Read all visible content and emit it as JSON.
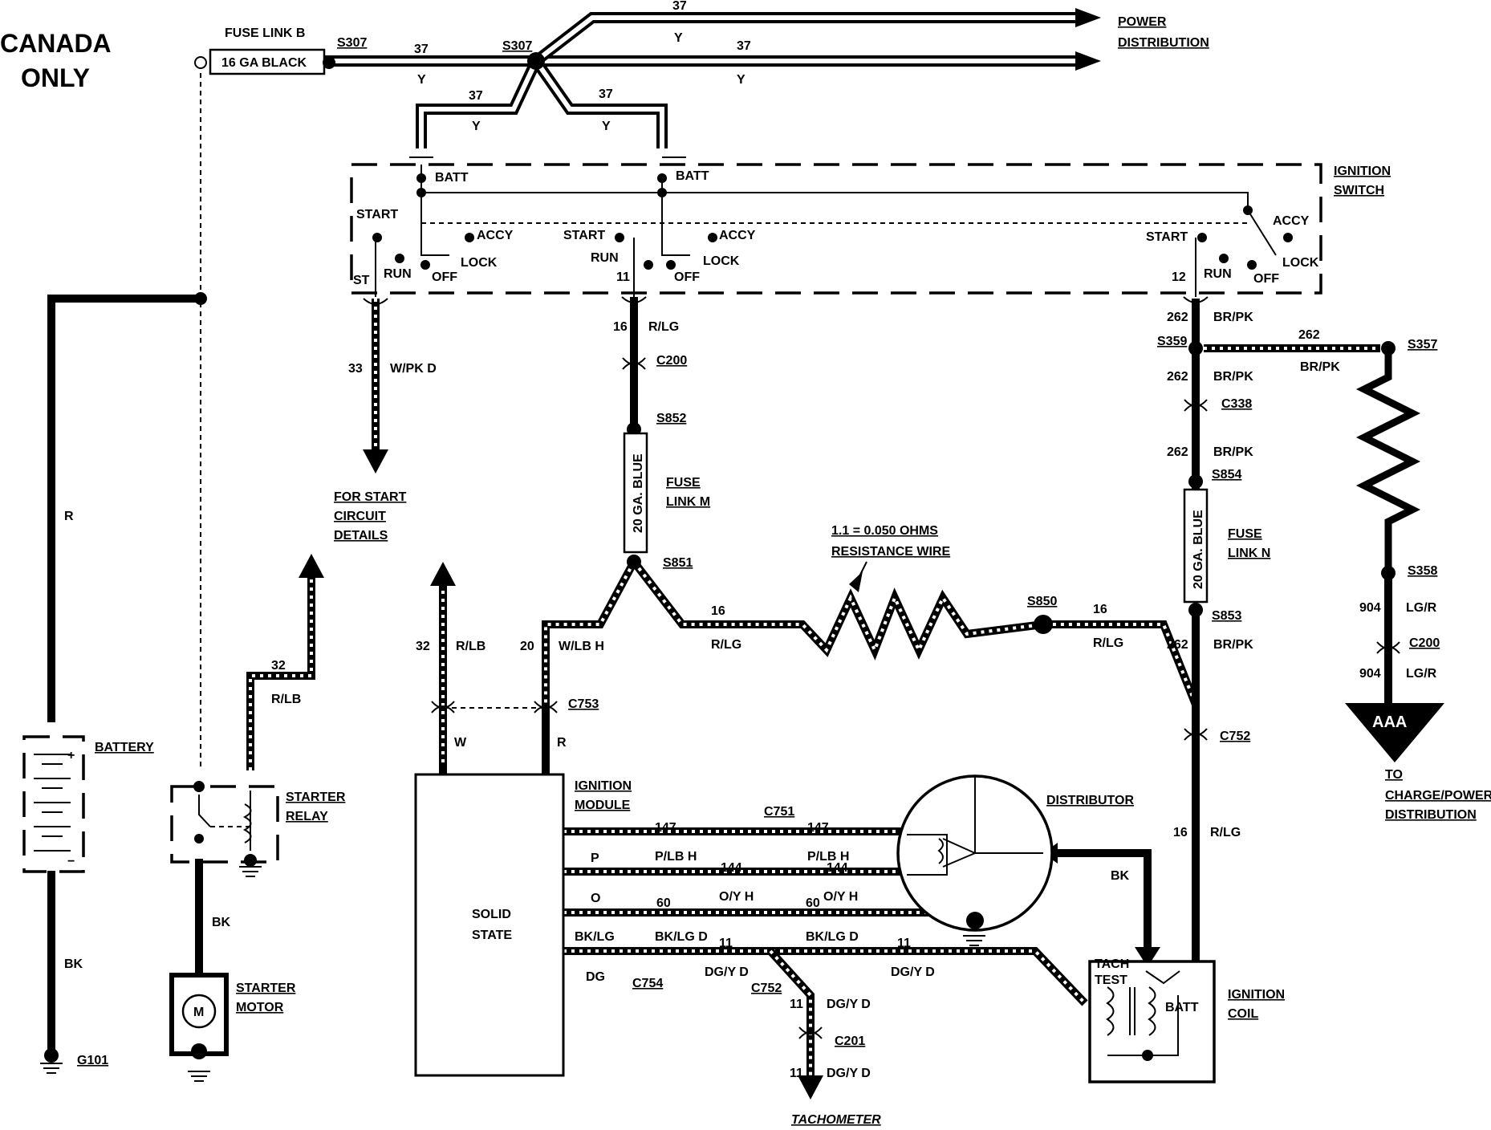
{
  "header": {
    "canada_line1": "CANADA",
    "canada_line2": "ONLY"
  },
  "fuse_link_b": {
    "title": "FUSE LINK B",
    "rating": "16 GA BLACK"
  },
  "splices": {
    "s307a": "S307",
    "s307b": "S307",
    "s359": "S359",
    "s357": "S357",
    "s358": "S358",
    "s852": "S852",
    "s851": "S851",
    "s850": "S850",
    "s854": "S854",
    "s853": "S853"
  },
  "power_distribution": {
    "line1": "POWER",
    "line2": "DISTRIBUTION"
  },
  "wire_codes": {
    "n37": "37",
    "y": "Y",
    "n33": "33",
    "wpkd": "W/PK D",
    "n16": "16",
    "rlg": "R/LG",
    "n262": "262",
    "brpk": "BR/PK",
    "n904": "904",
    "lgr": "LG/R",
    "n32": "32",
    "rlb": "R/LB",
    "n20": "20",
    "wlbh": "W/LB H",
    "w": "W",
    "r": "R",
    "bk": "BK",
    "n147": "147",
    "plbh": "P/LB H",
    "n144": "144",
    "oyh": "O/Y H",
    "n60": "60",
    "bklgd": "BK/LG D",
    "n11": "11",
    "dgyd": "DG/Y D",
    "n12": "12",
    "p": "P",
    "o": "O",
    "bklg": "BK/LG",
    "dg": "DG",
    "st": "ST",
    "n11b": "11"
  },
  "ignition_switch": {
    "title_line1": "IGNITION",
    "title_line2": "SWITCH",
    "batt": "BATT",
    "start": "START",
    "accy": "ACCY",
    "lock": "LOCK",
    "run": "RUN",
    "off": "OFF"
  },
  "connectors": {
    "c200": "C200",
    "c338": "C338",
    "c753": "C753",
    "c752": "C752",
    "c751": "C751",
    "c754": "C754",
    "c201": "C201",
    "g101": "G101"
  },
  "fuse_link_m": {
    "rating": "20 GA. BLUE",
    "line1": "FUSE",
    "line2": "LINK M"
  },
  "fuse_link_n": {
    "rating": "20 GA. BLUE",
    "line1": "FUSE",
    "line2": "LINK N"
  },
  "start_circuit": {
    "line1": "FOR START",
    "line2": "CIRCUIT",
    "line3": "DETAILS"
  },
  "resistance": {
    "line1": "1.1 = 0.050 OHMS",
    "line2": "RESISTANCE WIRE"
  },
  "ground_block": {
    "label": "AAA"
  },
  "charge_power": {
    "line1": "TO",
    "line2": "CHARGE/POWER",
    "line3": "DISTRIBUTION"
  },
  "components": {
    "battery": "BATTERY",
    "starter_relay_1": "STARTER",
    "starter_relay_2": "RELAY",
    "starter_motor_1": "STARTER",
    "starter_motor_2": "MOTOR",
    "motor_symbol": "M",
    "ignition_module_1": "IGNITION",
    "ignition_module_2": "MODULE",
    "solid_state_1": "SOLID",
    "solid_state_2": "STATE",
    "distributor": "DISTRIBUTOR",
    "tach_test_1": "TACH",
    "tach_test_2": "TEST",
    "coil_batt": "BATT",
    "ignition_coil_1": "IGNITION",
    "ignition_coil_2": "COIL",
    "tachometer": "TACHOMETER",
    "plus": "+",
    "minus": "−"
  }
}
